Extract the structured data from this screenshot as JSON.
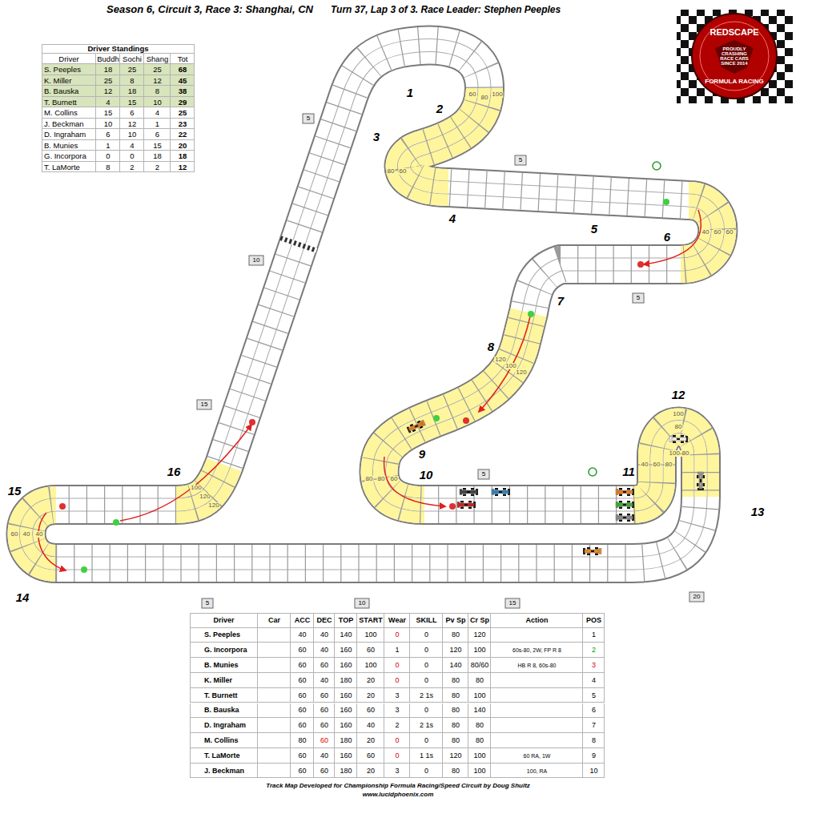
{
  "diagram": {
    "title": "Season 6, Circuit 3, Race 3: Shanghai, CN",
    "caption": "Track Map Developed for Championship Formula Racing/Speed Circuit by Doug Shultz",
    "labels": [
      "Turn 37, Lap 3 of 3. Race Leader: Stephen Peeples",
      "1",
      "2",
      "3",
      "4",
      "5",
      "6",
      "7",
      "8",
      "9",
      "10",
      "11",
      "12",
      "13",
      "14",
      "15",
      "16",
      "100",
      "80",
      "60",
      "80",
      "60",
      "60",
      "60",
      "40",
      "120",
      "100",
      "120",
      "80",
      "80",
      "60",
      "40",
      "60",
      "80",
      "100",
      "80",
      "100-80",
      "60",
      "40",
      "40",
      "100",
      "120",
      "120",
      "5",
      "5",
      "5",
      "20",
      "5",
      "10",
      "15",
      "5",
      "10",
      "15",
      "Driver Standings",
      "Driver",
      "Buddh",
      "Sochi",
      "Shang",
      "Tot",
      "S. Peeples",
      "18",
      "25",
      "25",
      "68",
      "K. Miller",
      "25",
      "8",
      "12",
      "45",
      "B. Bauska",
      "12",
      "18",
      "8",
      "38",
      "T. Burnett",
      "4",
      "15",
      "10",
      "29",
      "M. Collins",
      "15",
      "6",
      "4",
      "25",
      "J. Beckman",
      "10",
      "12",
      "1",
      "23",
      "D. Ingraham",
      "6",
      "10",
      "6",
      "22",
      "B. Munies",
      "1",
      "4",
      "15",
      "20",
      "G. Incorpora",
      "0",
      "0",
      "18",
      "18",
      "T. LaMorte",
      "8",
      "2",
      "2",
      "12",
      "Driver",
      "Car",
      "ACC",
      "DEC",
      "TOP",
      "START",
      "Wear",
      "SKILL",
      "Pv Sp",
      "Cr Sp",
      "Action",
      "POS",
      "S. Peeples",
      "40",
      "40",
      "140",
      "100",
      "0",
      "0",
      "80",
      "120",
      "1",
      "G. Incorpora",
      "60",
      "40",
      "160",
      "60",
      "1",
      "0",
      "120",
      "100",
      "60s-80, 2W, FP R 8",
      "2",
      "B. Munies",
      "60",
      "60",
      "160",
      "100",
      "0",
      "0",
      "140",
      "80/60",
      "HB R 8, 60s-80",
      "3",
      "K. Miller",
      "60",
      "40",
      "180",
      "20",
      "0",
      "0",
      "80",
      "80",
      "4",
      "T. Burnett",
      "60",
      "60",
      "160",
      "20",
      "3",
      "2 1s",
      "80",
      "100",
      "5",
      "B. Bauska",
      "60",
      "60",
      "160",
      "60",
      "3",
      "0",
      "80",
      "140",
      "6",
      "D. Ingraham",
      "60",
      "60",
      "160",
      "40",
      "2",
      "2 1s",
      "80",
      "80",
      "7",
      "M. Collins",
      "80",
      "60",
      "180",
      "20",
      "0",
      "0",
      "80",
      "80",
      "8",
      "T. LaMorte",
      "60",
      "40",
      "160",
      "60",
      "0",
      "1 1s",
      "120",
      "100",
      "60 RA, 1W",
      "9",
      "J. Beckman",
      "60",
      "60",
      "180",
      "20",
      "3",
      "0",
      "80",
      "100",
      "100, RA",
      "10",
      "REDSCAPE",
      "PROUDLY CRASHING RACE CARS SINCE 2014",
      "FORMULA RACING",
      "www.lucidphoenix.com"
    ]
  }
}
